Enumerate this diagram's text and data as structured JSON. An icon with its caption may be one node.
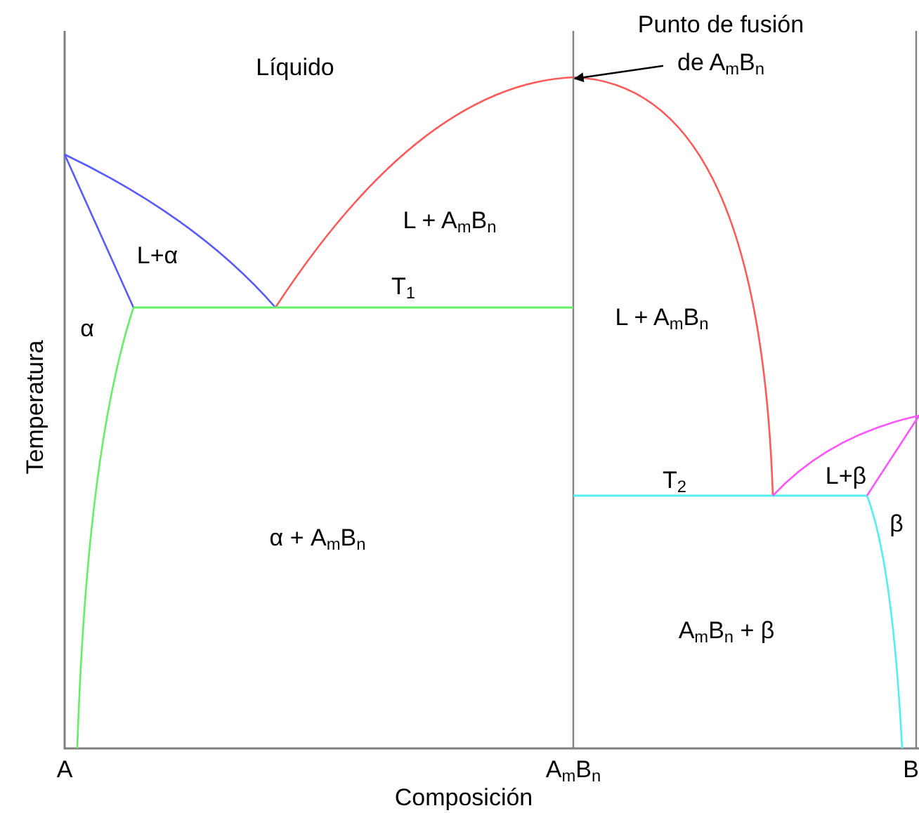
{
  "diagram": {
    "nodes": [
      {
        "text": [
          "Punto de fusión de A$_{m}$B$_{n}$"
        ]
      },
      {
        "text": [],
        "shape": "curve"
      }
    ],
    "edges": [
      {
        "from": 0,
        "to": 1,
        "arrow": "to"
      }
    ],
    "labels": [
      "Líquido",
      "L+α",
      "L + A$_{m}$B$_{n}$",
      "T$_{1}$",
      "α",
      "L + A$_{m}$B$_{n}$",
      "T$_{2}$",
      "L+β",
      "Temperatura",
      "β",
      "α + A$_{m}$B$_{n}$",
      "A$_{m}$B$_{n}$ + β",
      "A",
      "A$_{m}$B$_{n}$",
      "B",
      "Composición"
    ]
  }
}
